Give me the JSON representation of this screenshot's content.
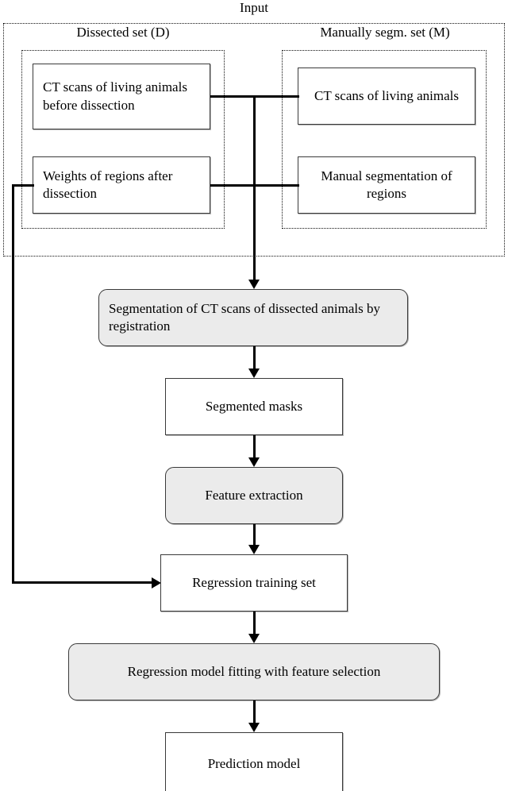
{
  "diagram": {
    "title": "Input",
    "groups": {
      "dissected": {
        "label": "Dissected set (D)"
      },
      "manual": {
        "label": "Manually segm. set (M)"
      }
    },
    "nodes": {
      "ct_dissected": {
        "label": "CT scans of living animals before dissection"
      },
      "weights": {
        "label": "Weights of regions after dissection"
      },
      "ct_living": {
        "label": "CT scans of living animals"
      },
      "manual_seg": {
        "label": "Manual segmentation of regions"
      },
      "segmentation": {
        "label": "Segmentation of CT scans of dissected animals by registration"
      },
      "masks": {
        "label": "Segmented masks"
      },
      "features": {
        "label": "Feature extraction"
      },
      "training": {
        "label": "Regression training set"
      },
      "fitting": {
        "label": "Regression model fitting with feature selection"
      },
      "prediction": {
        "label": "Prediction model"
      }
    },
    "colors": {
      "process_fill": "#ebebeb",
      "data_fill": "#ffffff",
      "stroke": "#3a3a3a",
      "connector": "#000000"
    }
  }
}
